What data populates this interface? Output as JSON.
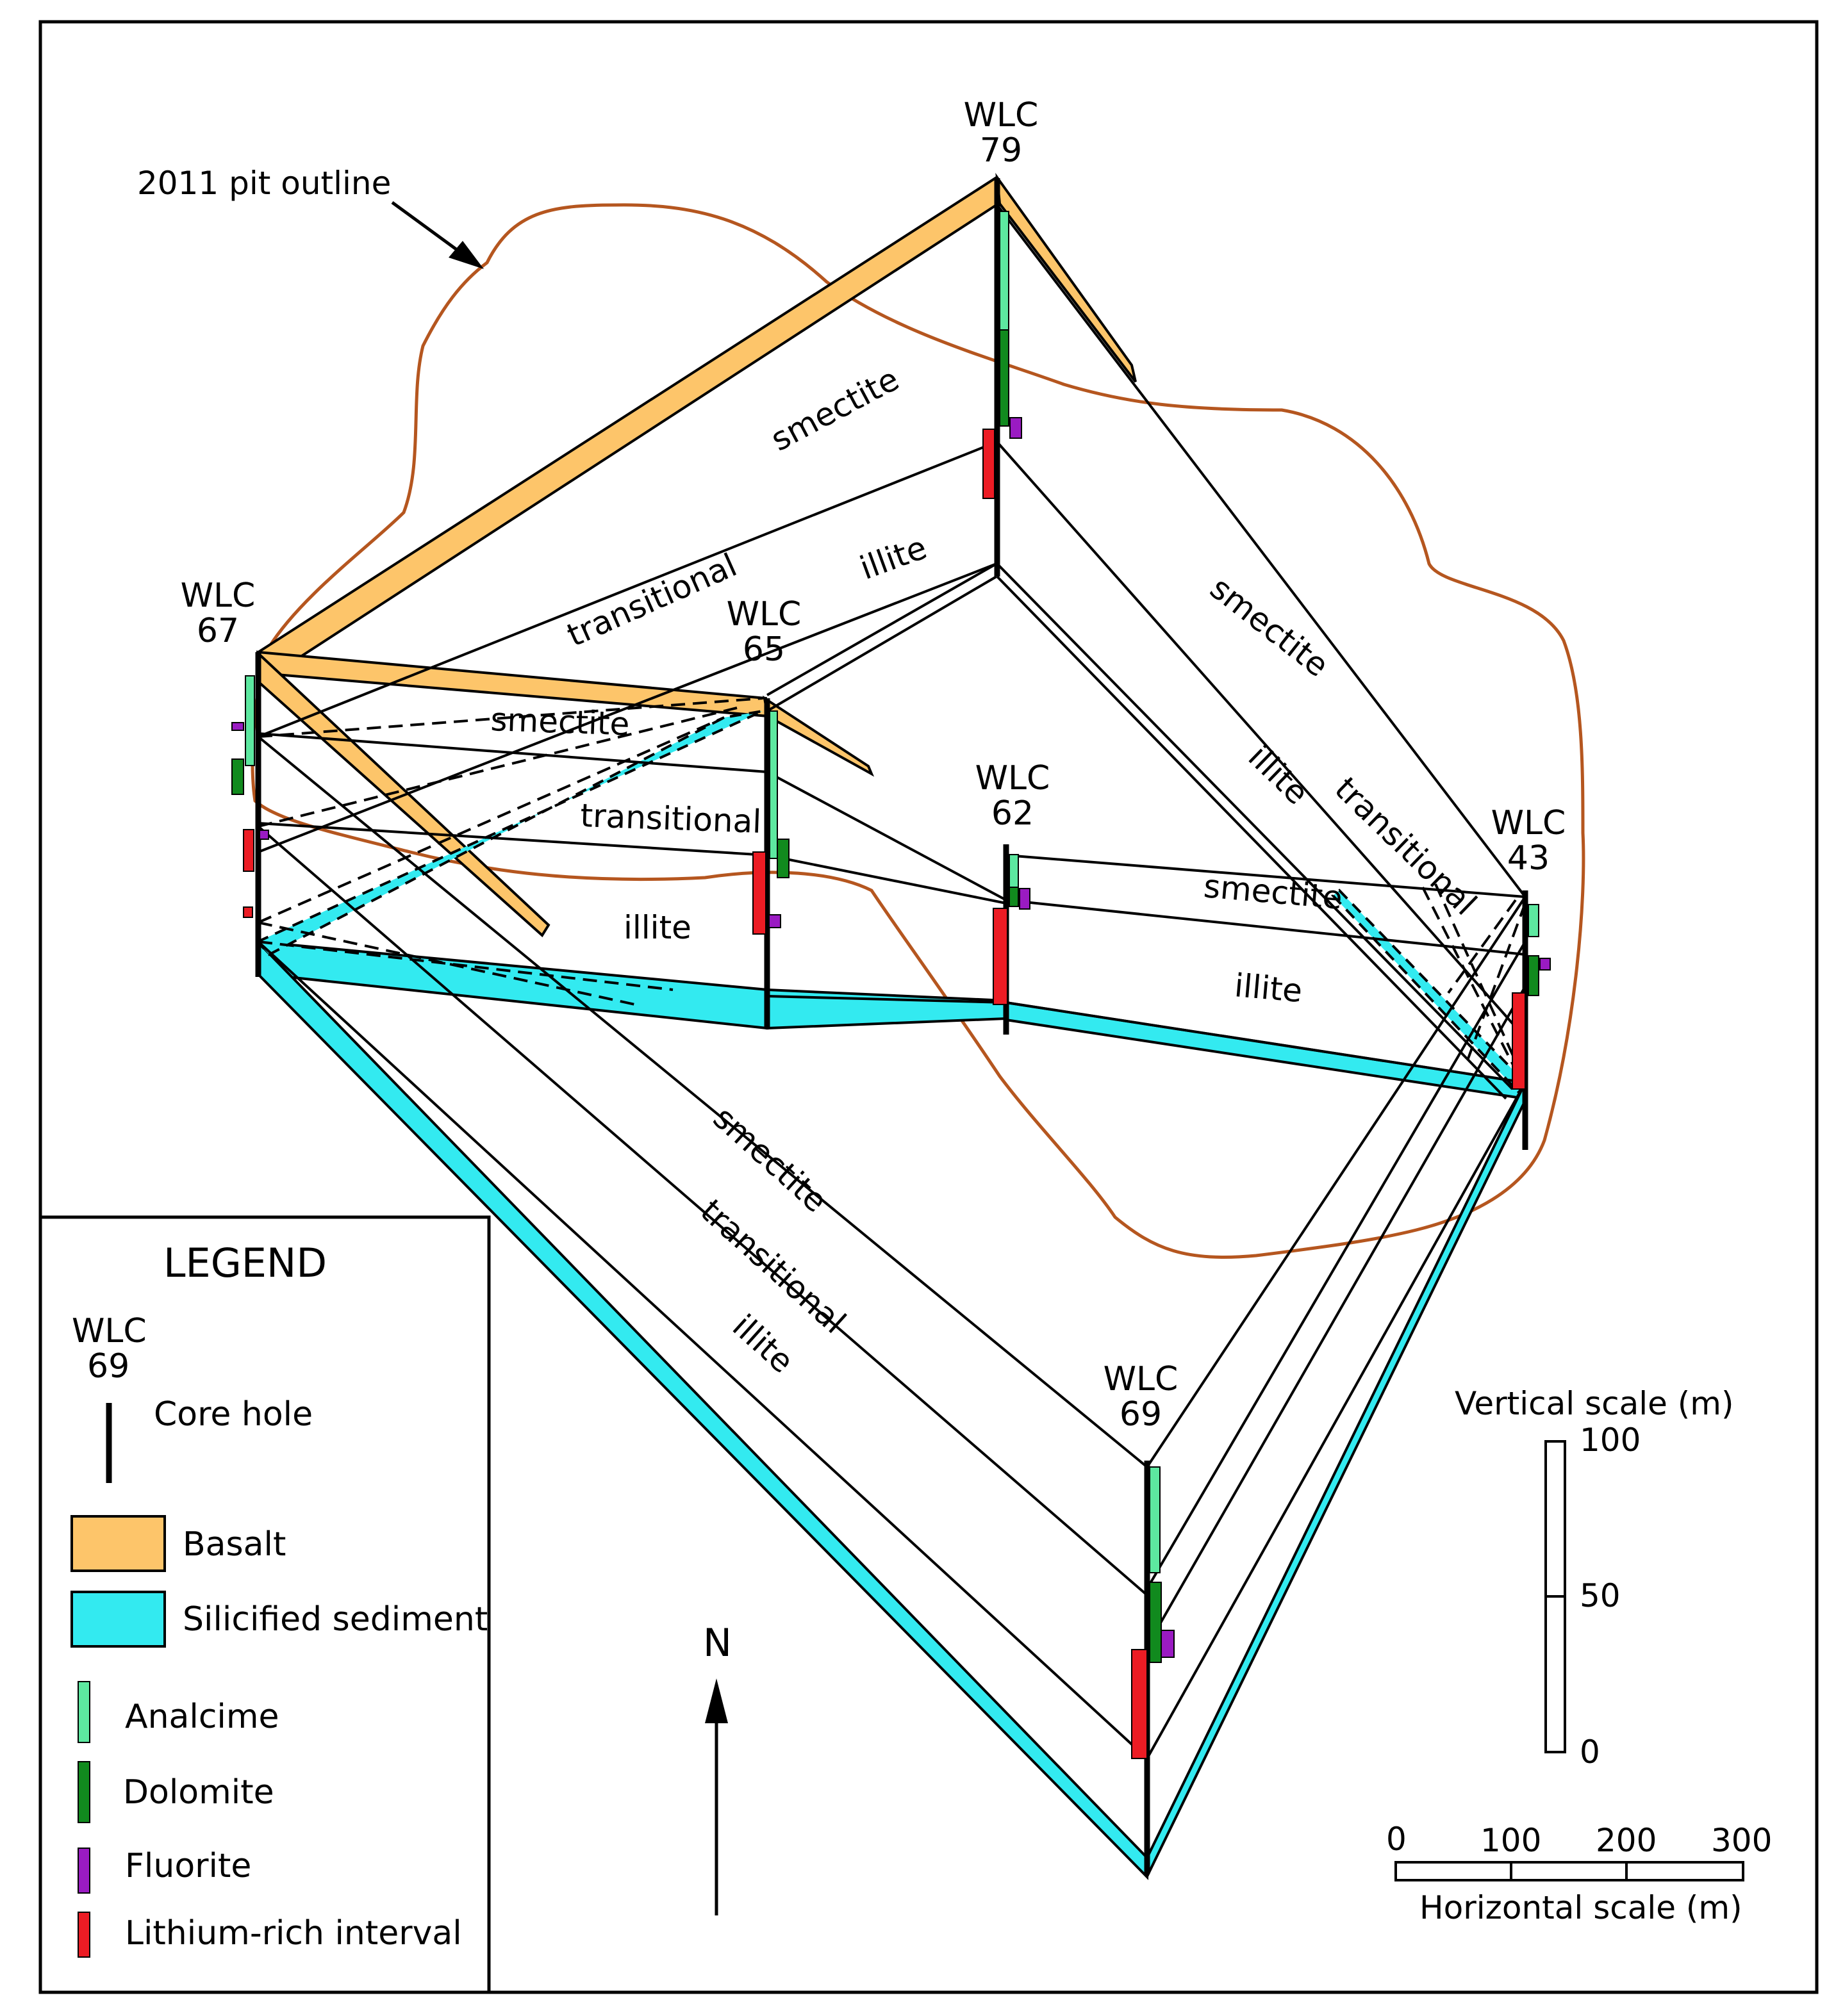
{
  "pit_outline_label": "2011 pit outline",
  "wells": [
    {
      "id": "79",
      "name": "WLC",
      "number": "79"
    },
    {
      "id": "67",
      "name": "WLC",
      "number": "67"
    },
    {
      "id": "65",
      "name": "WLC",
      "number": "65"
    },
    {
      "id": "62",
      "name": "WLC",
      "number": "62"
    },
    {
      "id": "43",
      "name": "WLC",
      "number": "43"
    },
    {
      "id": "69",
      "name": "WLC",
      "number": "69"
    }
  ],
  "zone_labels": {
    "smectite": "smectite",
    "transitional": "transitional",
    "illite": "illite"
  },
  "legend": {
    "title": "LEGEND",
    "core_hole_name": "WLC",
    "core_hole_number": "69",
    "core_hole": "Core hole",
    "basalt": "Basalt",
    "silicified": "Silicified sediment",
    "analcime": "Analcime",
    "dolomite": "Dolomite",
    "fluorite": "Fluorite",
    "lithium": "Lithium-rich interval"
  },
  "north": "N",
  "vertical_scale": {
    "title": "Vertical scale (m)",
    "ticks": [
      "100",
      "50",
      "0"
    ]
  },
  "horizontal_scale": {
    "title": "Horizontal scale (m)",
    "ticks": [
      "0",
      "100",
      "200",
      "300"
    ]
  },
  "colors": {
    "basalt": "#FDC56A",
    "silicified": "#33EAF0",
    "analcime": "#5DE8A0",
    "dolomite": "#118A1E",
    "fluorite": "#9A1BC2",
    "lithium": "#EC1C24",
    "pit": "#B5561F"
  }
}
